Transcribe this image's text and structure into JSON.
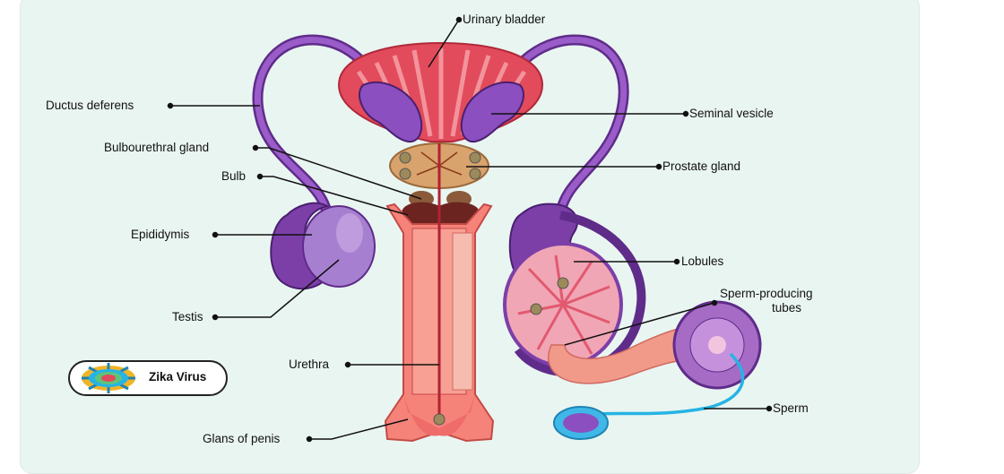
{
  "labels": {
    "urinary_bladder": "Urinary bladder",
    "ductus_deferens": "Ductus deferens",
    "seminal_vesicle": "Seminal vesicle",
    "bulbourethral_gland": "Bulbourethral gland",
    "prostate_gland": "Prostate gland",
    "bulb": "Bulb",
    "epididymis": "Epididymis",
    "lobules": "Lobules",
    "sperm_producing_tubes_line1": "Sperm-producing",
    "sperm_producing_tubes_line2": "tubes",
    "testis": "Testis",
    "urethra": "Urethra",
    "sperm": "Sperm",
    "glans_of_penis": "Glans of penis"
  },
  "badge": {
    "text": "Zika Virus",
    "icon": "virus-icon"
  },
  "colors": {
    "background": "#e9f5f1",
    "purple": "#7c3fa8",
    "light_purple": "#a77fd0",
    "red": "#e24b5b",
    "salmon": "#f6837a",
    "prostate": "#d9a36d",
    "dark_brown": "#6b2420",
    "sperm_blue": "#25b4e5"
  }
}
